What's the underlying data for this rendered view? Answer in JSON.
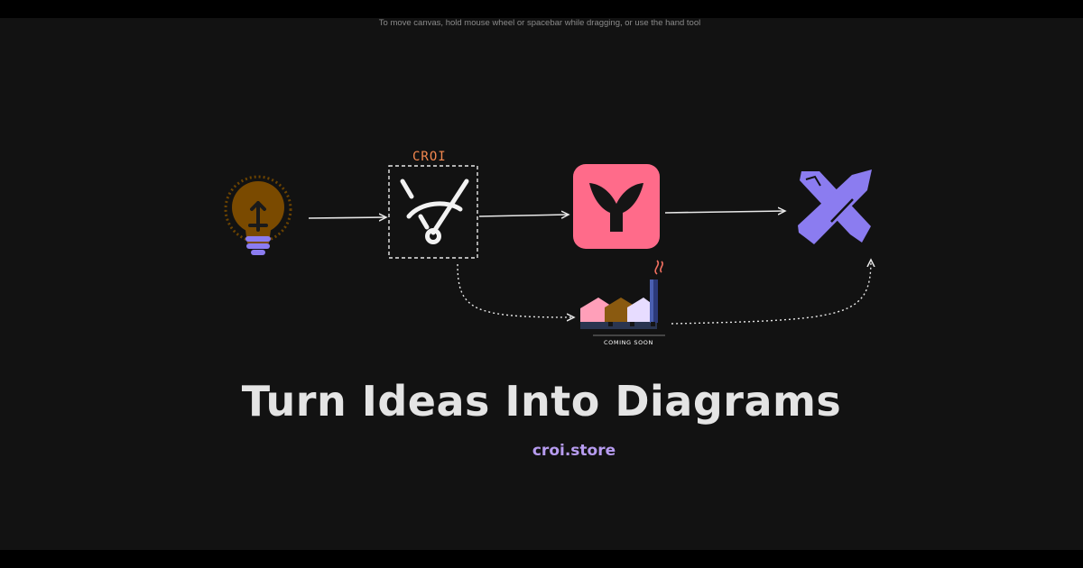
{
  "canvas": {
    "hint": "To move canvas, hold mouse wheel or spacebar while dragging, or use the hand tool"
  },
  "diagram": {
    "croi_label": "CROI",
    "coming_soon": "COMING SOON"
  },
  "hero": {
    "title": "Turn Ideas Into Diagrams",
    "link": "croi.store"
  },
  "colors": {
    "background": "#121212",
    "accent_orange": "#f4884f",
    "accent_pink": "#ff6b8a",
    "accent_purple": "#8b7cf0",
    "link_purple": "#b79cf0",
    "bulb_brown": "#7a4a00"
  },
  "icons": [
    "lightbulb-icon",
    "croi-logo-icon",
    "whale-tail-app-icon",
    "design-tools-icon",
    "factory-icon"
  ]
}
